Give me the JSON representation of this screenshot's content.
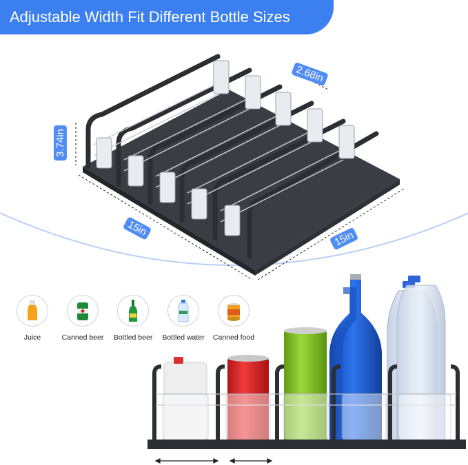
{
  "banner": {
    "title": "Adjustable Width Fit Different Bottle Sizes"
  },
  "dimensions": {
    "width": "2.68in",
    "height": "3.74in",
    "length_left": "15in",
    "length_right": "15in"
  },
  "categories": [
    {
      "label": "Juice",
      "icon": "juice-bottle-icon"
    },
    {
      "label": "Canned beer",
      "icon": "canned-beer-icon"
    },
    {
      "label": "Bottled beer",
      "icon": "bottled-beer-icon"
    },
    {
      "label": "Bottled water",
      "icon": "bottled-water-icon"
    },
    {
      "label": "Canned food",
      "icon": "canned-food-icon"
    }
  ],
  "colors": {
    "accent": "#3b7ff0",
    "frame": "#2b2e33",
    "can_red": "#e02828",
    "can_green": "#7fc21d",
    "bottle_blue": "#1f5fd6"
  }
}
